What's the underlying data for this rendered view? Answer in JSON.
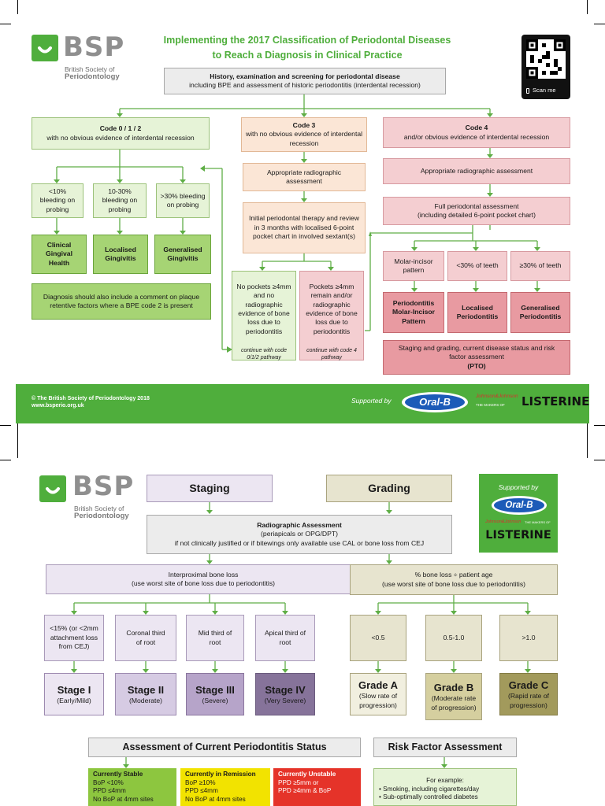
{
  "page1": {
    "title_line1": "Implementing the 2017 Classification of Periodontal Diseases",
    "title_line2": "to Reach a Diagnosis in Clinical Practice",
    "logo": {
      "letters": "BSP",
      "sub1": "British Society of",
      "sub2": "Periodontology"
    },
    "qr_label": "Scan me",
    "history": {
      "title": "History, examination and screening for periodontal disease",
      "sub": "including BPE and assessment of historic periodontitis (interdental recession)"
    },
    "code012": {
      "title": "Code 0 / 1 / 2",
      "sub": "with no obvious evidence of interdental recession"
    },
    "code3": {
      "title": "Code 3",
      "sub": "with no obvious evidence of interdental recession"
    },
    "code4": {
      "title": "Code 4",
      "sub": "and/or obvious evidence of interdental recession"
    },
    "bleed_lt10": "<10% bleeding on probing",
    "bleed_10_30": "10-30% bleeding on probing",
    "bleed_gt30": ">30% bleeding on probing",
    "clinical_health": "Clinical Gingival Health",
    "localised_gingivitis": "Localised Gingivitis",
    "generalised_gingivitis": "Generalised Gingivitis",
    "diagnosis_note": "Diagnosis should also include a comment on plaque retentive factors where a BPE code 2 is present",
    "radio3": "Appropriate radiographic assessment",
    "initial_therapy": "Initial periodontal therapy and review in 3 months with localised 6-point pocket chart in involved sextant(s)",
    "no_pockets": "No pockets ≥4mm and no radiographic evidence of bone loss due to periodontitis",
    "no_pockets_cont": "continue with code 0/1/2 pathway",
    "pockets_remain": "Pockets ≥4mm remain and/or radiographic evidence of bone loss due to periodontitis",
    "pockets_cont": "continue with code 4 pathway",
    "radio4": "Appropriate radiographic assessment",
    "full_assess": {
      "title": "Full periodontal assessment",
      "sub": "(including detailed 6-point pocket chart)"
    },
    "molar_incisor": "Molar-incisor pattern",
    "lt30_teeth": "<30% of teeth",
    "ge30_teeth": "≥30% of teeth",
    "perio_mip": "Periodontitis Molar-Incisor Pattern",
    "localised_perio": "Localised Periodontitis",
    "generalised_perio": "Generalised Periodontitis",
    "staging_grading": {
      "text": "Staging and grading, current disease status and risk factor assessment",
      "pto": "(PTO)"
    },
    "footer": {
      "copyright": "© The British Society of Periodontology 2018",
      "url": "www.bsperio.org.uk",
      "supported": "Supported by",
      "oralb": "Oral-B",
      "jj": "Johnson&Johnson",
      "makers": "THE MAKERS OF",
      "listerine": "LISTERINE"
    }
  },
  "page2": {
    "logo": {
      "letters": "BSP",
      "sub1": "British Society of",
      "sub2": "Periodontology"
    },
    "staging": "Staging",
    "grading": "Grading",
    "supported": {
      "label": "Supported by",
      "oralb": "Oral-B",
      "jj": "Johnson&Johnson",
      "makers": "THE MAKERS OF",
      "listerine": "LISTERINE"
    },
    "radio": {
      "title": "Radiographic Assessment",
      "sub1": "(periapicals or OPG/DPT)",
      "sub2": "if not clinically justified or if bitewings only available use CAL or bone loss from CEJ"
    },
    "interprox": {
      "title": "Interproximal bone loss",
      "sub": "(use worst site of bone loss due to periodontitis)"
    },
    "boneage": {
      "title": "% bone loss ÷ patient age",
      "sub": "(use worst site of bone loss due to periodontitis)"
    },
    "lt15": "<15% (or <2mm attachment loss from CEJ)",
    "coronal": "Coronal third of root",
    "mid": "Mid third of root",
    "apical": "Apical third of root",
    "g_lt05": "<0.5",
    "g_05_10": "0.5-1.0",
    "g_gt10": ">1.0",
    "stage1": {
      "name": "Stage I",
      "desc": "(Early/Mild)"
    },
    "stage2": {
      "name": "Stage II",
      "desc": "(Moderate)"
    },
    "stage3": {
      "name": "Stage III",
      "desc": "(Severe)"
    },
    "stage4": {
      "name": "Stage IV",
      "desc": "(Very Severe)"
    },
    "gradeA": {
      "name": "Grade A",
      "desc": "(Slow rate of progression)"
    },
    "gradeB": {
      "name": "Grade B",
      "desc": "(Moderate rate of progression)"
    },
    "gradeC": {
      "name": "Grade C",
      "desc": "(Rapid rate of progression)"
    },
    "current_status": "Assessment of Current Periodontitis Status",
    "risk_factor": "Risk Factor Assessment",
    "stable": {
      "title": "Currently Stable",
      "l1": "BoP <10%",
      "l2": "PPD ≤4mm",
      "l3": "No BoP at 4mm sites"
    },
    "remission": {
      "title": "Currently in Remission",
      "l1": "BoP ≥10%",
      "l2": "PPD ≤4mm",
      "l3": "No BoP at 4mm sites"
    },
    "unstable": {
      "title": "Currently Unstable",
      "l1": "PPD ≥5mm or",
      "l2": "PPD ≥4mm & BoP"
    },
    "risk_example": "For example:",
    "risk1": "Smoking, including cigarettes/day",
    "risk2": "Sub-optimally controlled diabetes"
  },
  "colors": {
    "brand_green": "#4fae3c",
    "stage4": "#86739a",
    "gradeC": "#a29a5c"
  }
}
